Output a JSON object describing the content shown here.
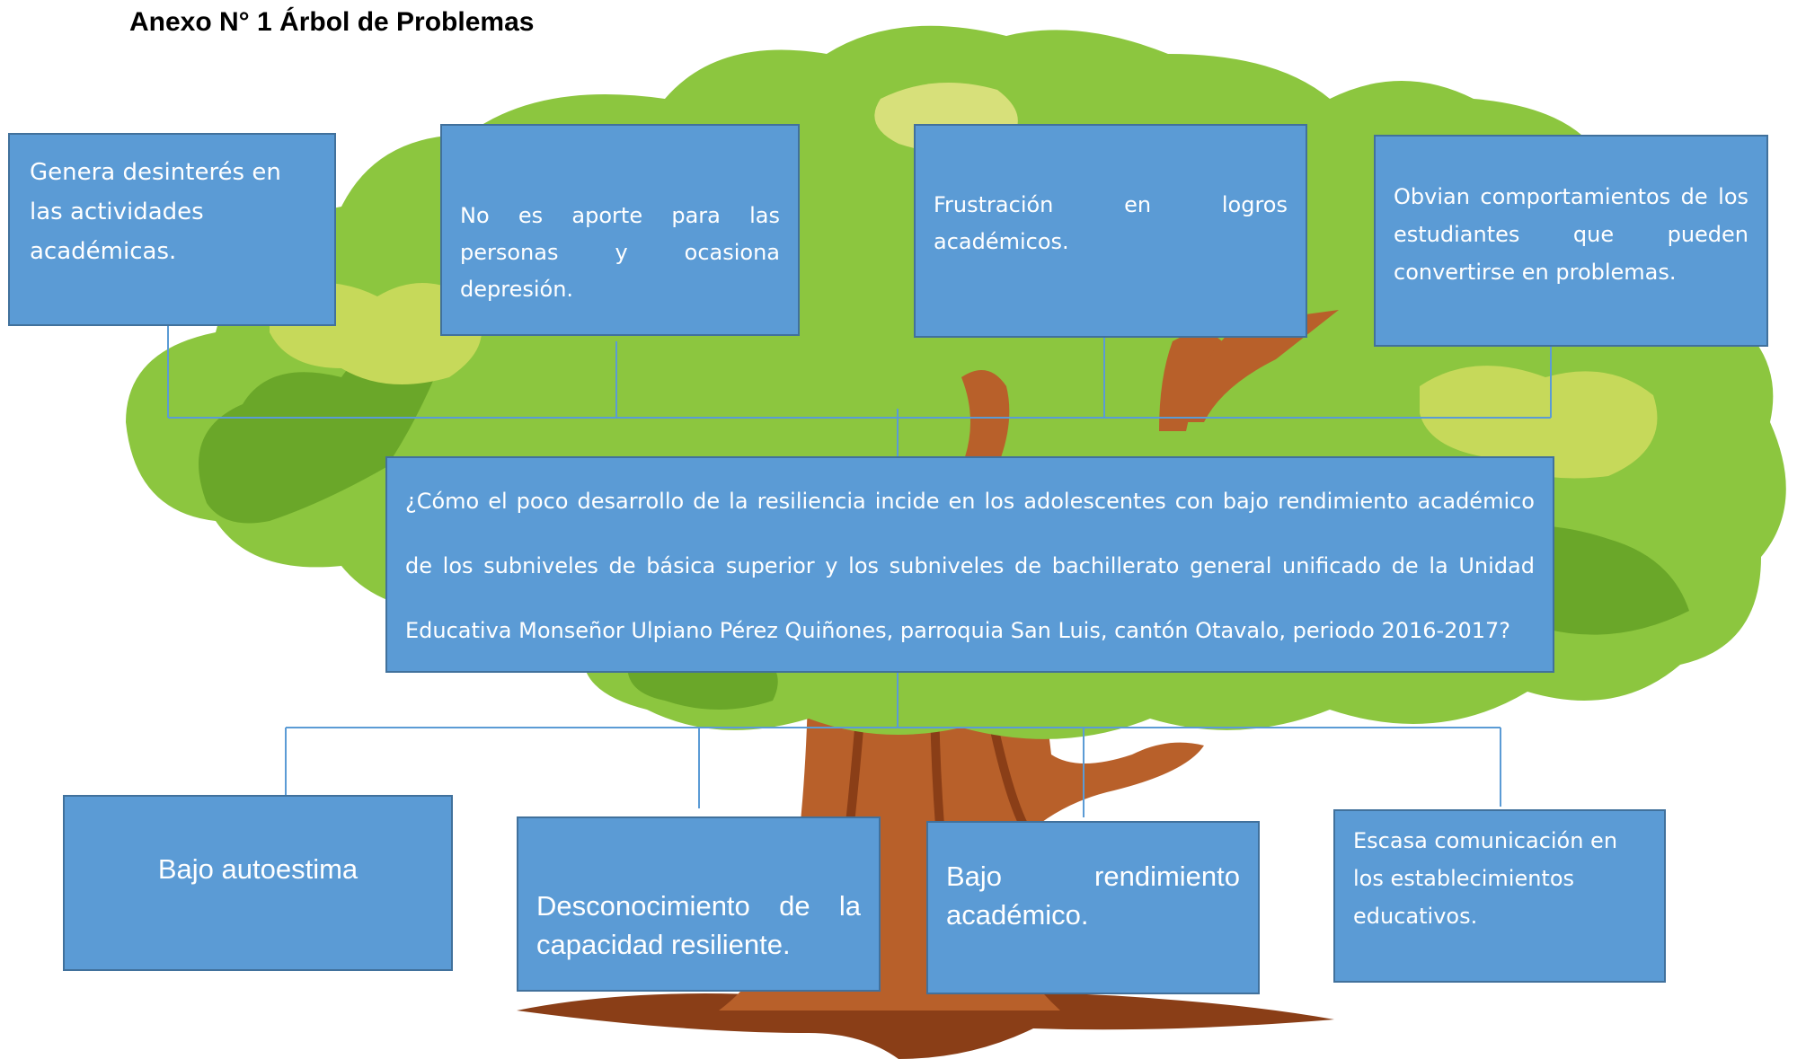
{
  "title": "Anexo N° 1 Árbol de Problemas",
  "effects": [
    {
      "text": "Genera desinterés en las actividades académicas."
    },
    {
      "text": "No es aporte para las personas y ocasiona depresión."
    },
    {
      "text": "Frustración en logros académicos."
    },
    {
      "text": "Obvian comportamientos de los estudiantes que pueden convertirse en problemas."
    }
  ],
  "problem": {
    "text": "¿Cómo el poco desarrollo de la resiliencia incide en los adolescentes con bajo rendimiento académico de los subniveles de básica superior y los subniveles de bachillerato general unificado de la Unidad Educativa Monseñor Ulpiano Pérez Quiñones, parroquia San Luis, cantón Otavalo, periodo 2016-2017?"
  },
  "causes": [
    {
      "text": "Bajo autoestima"
    },
    {
      "text": "Desconocimiento de la capacidad resiliente."
    },
    {
      "text": "Bajo rendimiento académico."
    },
    {
      "text": "Escasa comunicación en los establecimientos educativos."
    }
  ],
  "colors": {
    "box_fill": "#5b9bd5",
    "box_border": "#41719c",
    "connector": "#5b9bd5",
    "foliage_dark": "#6aa729",
    "foliage_mid": "#8cc63f",
    "foliage_light": "#c6d95a",
    "trunk": "#b8602a",
    "trunk_dark": "#8a3e17"
  }
}
